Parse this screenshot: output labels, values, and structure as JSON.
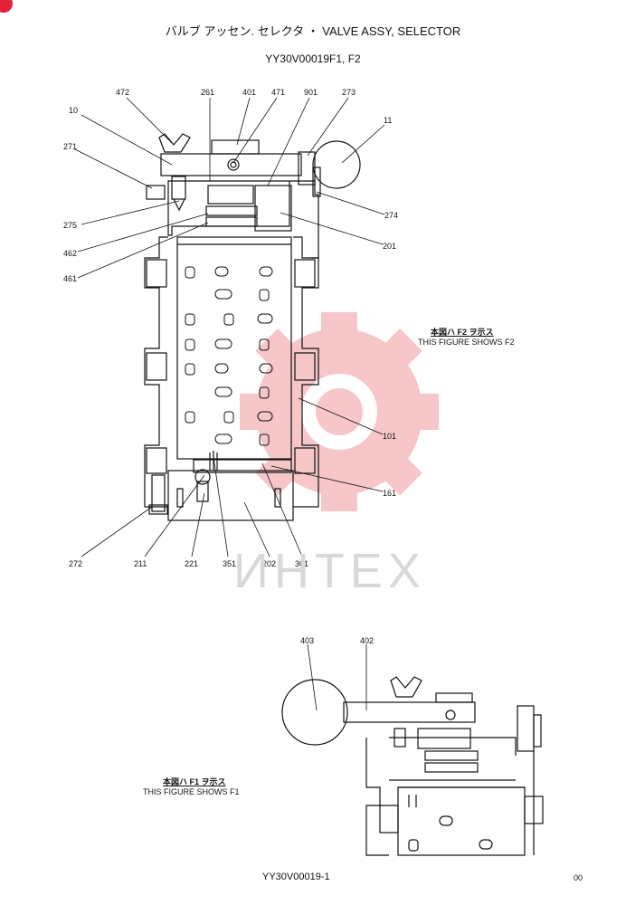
{
  "header": {
    "title": "バルブ アッセン. セレクタ ・ VALVE ASSY, SELECTOR",
    "subtitle": "YY30V00019F1, F2"
  },
  "notes": {
    "f2": {
      "jp": "本図ハ F2 ヲ示ス",
      "en": "THIS FIGURE SHOWS F2"
    },
    "f1": {
      "jp": "本図ハ F1 ヲ示ス",
      "en": "THIS FIGURE SHOWS F1"
    }
  },
  "watermark_text": "ИНТЕХ",
  "footer": {
    "drawing_no": "YY30V00019-1",
    "page": "00"
  },
  "callouts": {
    "c472": "472",
    "c261": "261",
    "c401": "401",
    "c471": "471",
    "c901": "901",
    "c273": "273",
    "c10": "10",
    "c11": "11",
    "c271": "271",
    "c275": "275",
    "c274": "274",
    "c462": "462",
    "c201": "201",
    "c461": "461",
    "c101": "101",
    "c161": "161",
    "c272": "272",
    "c211": "211",
    "c221": "221",
    "c351": "351",
    "c202": "202",
    "c301": "301",
    "c403": "403",
    "c402": "402"
  },
  "colors": {
    "watermark_gear": "#f3b3b8",
    "badge": "#e2233a",
    "line": "#111111"
  }
}
